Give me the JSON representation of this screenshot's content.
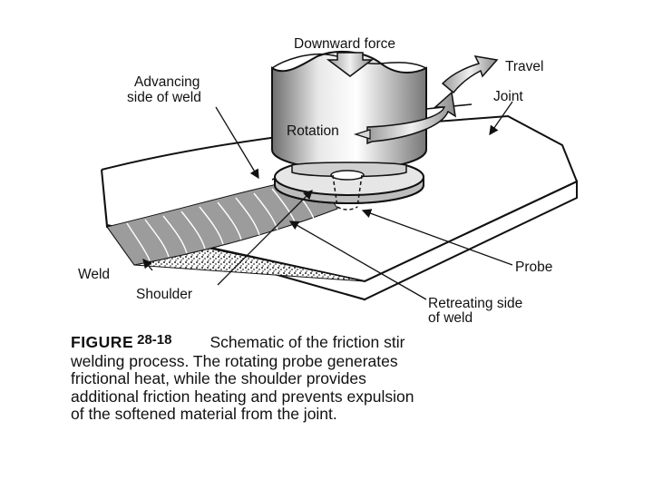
{
  "labels": {
    "downward_force": "Downward force",
    "travel": "Travel",
    "joint": "Joint",
    "advancing_line1": "Advancing",
    "advancing_line2": "side of weld",
    "rotation": "Rotation",
    "weld": "Weld",
    "shoulder": "Shoulder",
    "probe": "Probe",
    "retreating_line1": "Retreating side",
    "retreating_line2": "of weld"
  },
  "caption": {
    "figure_word": "FIGURE",
    "figure_number": "28-18",
    "line1": "Schematic of the friction stir",
    "line2": "welding process. The rotating probe generates",
    "line3": "frictional heat, while the shoulder provides",
    "line4": "additional friction heating and prevents expulsion",
    "line5": "of the softened material from the joint."
  }
}
